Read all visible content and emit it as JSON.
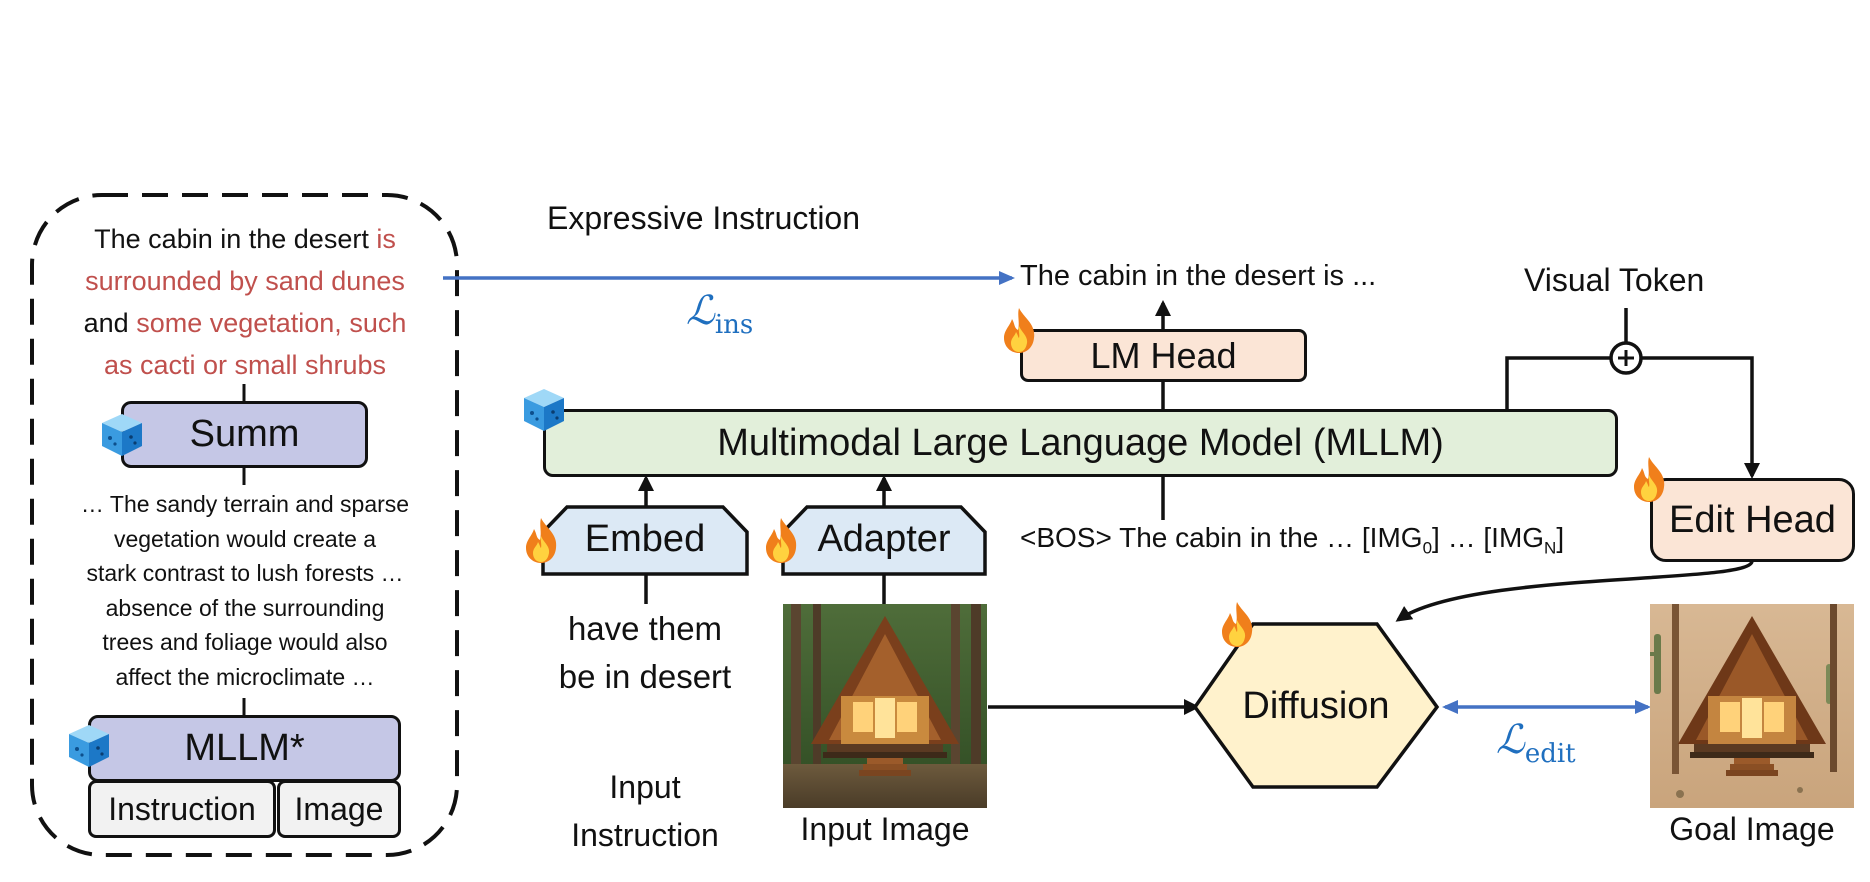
{
  "left_panel": {
    "expressive_text": {
      "line1_black": "The cabin in the desert ",
      "line1_red": "is",
      "line2_red": "surrounded by sand dunes",
      "line3_black": "and ",
      "line3_red": "some vegetation, such",
      "line4_red": "as cacti or small shrubs"
    },
    "summ_label": "Summ",
    "reasoning_lines": [
      "… The sandy terrain and sparse",
      "vegetation would create a",
      "stark contrast to lush forests …",
      "absence of the surrounding",
      "trees and foliage would also",
      "affect the microclimate …"
    ],
    "mllm_star_label": "MLLM*",
    "instruction_label": "Instruction",
    "image_label": "Image"
  },
  "expressive_instruction_title": "Expressive Instruction",
  "loss_ins": {
    "symbol": "ℒ",
    "subscript": "ins"
  },
  "loss_edit": {
    "symbol": "ℒ",
    "subscript": "edit"
  },
  "output_text": "The cabin in the desert is ...",
  "lm_head_label": "LM Head",
  "visual_token_label": "Visual Token",
  "mllm_label": "Multimodal Large Language Model (MLLM)",
  "embed_label": "Embed",
  "adapter_label": "Adapter",
  "token_sequence": {
    "prefix": "<BOS> The cabin in the …  [IMG",
    "sub0": "0",
    "middle": "] … [IMG",
    "subN": "N",
    "suffix": "]"
  },
  "edit_head_label": "Edit Head",
  "diffusion_label": "Diffusion",
  "input_instruction_text": [
    "have them",
    "be in desert"
  ],
  "input_instruction_caption": [
    "Input",
    "Instruction"
  ],
  "input_image_caption": "Input Image",
  "goal_image_caption": "Goal Image",
  "colors": {
    "red_text": "#c0504d",
    "blue_arrow": "#4472c4",
    "loss_blue": "#1f6fbf",
    "summ_fill": "#c5c7e6",
    "mllm_fill": "#e2efda",
    "head_fill": "#fbe5d6",
    "embed_fill": "#dce9f5",
    "diffusion_fill": "#fff2cc",
    "gray_fill": "#f2f2f2"
  },
  "icons": {
    "frozen": "ice-cube-icon",
    "trainable": "fire-icon",
    "plus": "circled-plus-icon"
  }
}
